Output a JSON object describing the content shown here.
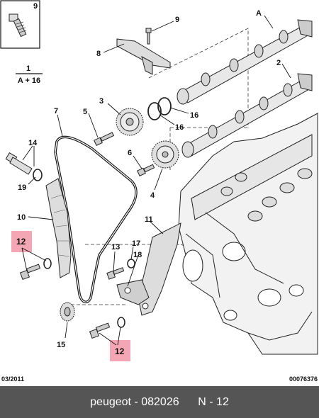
{
  "callouts": {
    "c9_box": "9",
    "formula_num": "1",
    "formula_den": "A + 16",
    "c9": "9",
    "cA": "A",
    "c8": "8",
    "c2": "2",
    "c7": "7",
    "c3": "3",
    "c16a": "16",
    "c16b": "16",
    "c5": "5",
    "c14": "14",
    "c6": "6",
    "c4": "4",
    "c19": "19",
    "c10": "10",
    "c11": "11",
    "c12a": "12",
    "c13": "13",
    "c17": "17",
    "c18": "18",
    "c15": "15",
    "c12b": "12"
  },
  "meta": {
    "date": "03/2011",
    "ref": "00076376"
  },
  "footer": {
    "brand": "peugeot",
    "sep": "-",
    "code": "082026",
    "page": "N - 12"
  },
  "colors": {
    "highlight": "#f4a6b4",
    "footer_bg": "#555555",
    "line": "#111111"
  }
}
